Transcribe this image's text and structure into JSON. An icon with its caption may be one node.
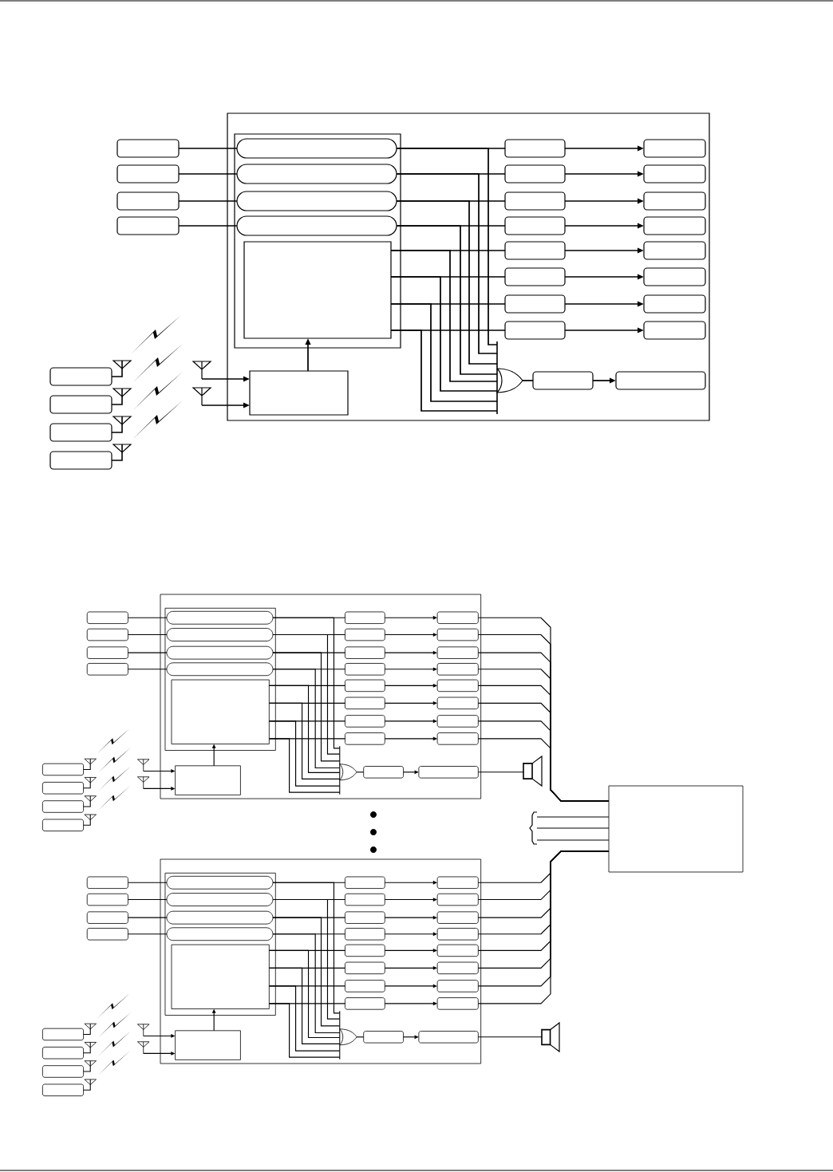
{
  "diagram": {
    "nodes": [
      {
        "text": [],
        "shape": "box"
      },
      {
        "text": [],
        "shape": "box",
        "in": 0
      },
      {
        "text": [],
        "shape": "box",
        "in": 1
      },
      {
        "text": [],
        "shape": "box",
        "in": 1
      },
      {
        "text": [],
        "shape": "box",
        "in": 1
      },
      {
        "text": [],
        "shape": "box",
        "in": 1
      },
      {
        "text": [],
        "shape": "box",
        "in": 1
      },
      {
        "text": [],
        "shape": "box",
        "in": 0
      },
      {
        "text": [],
        "shape": "antenna"
      },
      {
        "text": [],
        "shape": "antenna"
      },
      {
        "text": [],
        "shape": "box",
        "in": 0
      },
      {
        "text": [],
        "shape": "box",
        "in": 0
      },
      {
        "text": [],
        "shape": "box",
        "in": 0
      },
      {
        "text": [],
        "shape": "box",
        "in": 0
      },
      {
        "text": [],
        "shape": "box",
        "in": 0
      },
      {
        "text": [],
        "shape": "box",
        "in": 0
      },
      {
        "text": [],
        "shape": "box",
        "in": 0
      },
      {
        "text": [],
        "shape": "box",
        "in": 0
      },
      {
        "text": [],
        "shape": "box",
        "in": 0
      },
      {
        "text": [],
        "shape": "box",
        "in": 0
      },
      {
        "text": [],
        "shape": "box",
        "in": 0
      },
      {
        "text": [],
        "shape": "box",
        "in": 0
      },
      {
        "text": [],
        "shape": "box",
        "in": 0
      },
      {
        "text": [],
        "shape": "box",
        "in": 0
      },
      {
        "text": [],
        "shape": "box",
        "in": 0
      },
      {
        "text": [],
        "shape": "box",
        "in": 0
      },
      {
        "text": [],
        "shape": "gate",
        "in": 0
      },
      {
        "text": [],
        "shape": "box",
        "in": 0
      },
      {
        "text": [],
        "shape": "box",
        "in": 0
      },
      {
        "text": [],
        "shape": "box"
      },
      {
        "text": [],
        "shape": "box"
      },
      {
        "text": [],
        "shape": "box"
      },
      {
        "text": [],
        "shape": "box"
      },
      {
        "text": [],
        "shape": "box"
      },
      {
        "text": [],
        "shape": "box"
      },
      {
        "text": [],
        "shape": "box"
      },
      {
        "text": [],
        "shape": "box"
      },
      {
        "text": [],
        "shape": "box"
      },
      {
        "text": [],
        "shape": "box",
        "in": 37
      },
      {
        "text": [],
        "shape": "box",
        "in": 38
      },
      {
        "text": [],
        "shape": "box",
        "in": 38
      },
      {
        "text": [],
        "shape": "box",
        "in": 38
      },
      {
        "text": [],
        "shape": "box",
        "in": 38
      },
      {
        "text": [],
        "shape": "box",
        "in": 38
      },
      {
        "text": [],
        "shape": "box",
        "in": 37
      },
      {
        "text": [],
        "shape": "antenna"
      },
      {
        "text": [],
        "shape": "antenna"
      },
      {
        "text": [],
        "shape": "box",
        "in": 37
      },
      {
        "text": [],
        "shape": "box",
        "in": 37
      },
      {
        "text": [],
        "shape": "box",
        "in": 37
      },
      {
        "text": [],
        "shape": "box",
        "in": 37
      },
      {
        "text": [],
        "shape": "box",
        "in": 37
      },
      {
        "text": [],
        "shape": "box",
        "in": 37
      },
      {
        "text": [],
        "shape": "box",
        "in": 37
      },
      {
        "text": [],
        "shape": "box",
        "in": 37
      },
      {
        "text": [],
        "shape": "box",
        "in": 37
      },
      {
        "text": [],
        "shape": "box",
        "in": 37
      },
      {
        "text": [],
        "shape": "box",
        "in": 37
      },
      {
        "text": [],
        "shape": "box",
        "in": 37
      },
      {
        "text": [],
        "shape": "box",
        "in": 37
      },
      {
        "text": [],
        "shape": "box",
        "in": 37
      },
      {
        "text": [],
        "shape": "box",
        "in": 37
      },
      {
        "text": [],
        "shape": "box",
        "in": 37
      },
      {
        "text": [],
        "shape": "gate",
        "in": 37
      },
      {
        "text": [],
        "shape": "box",
        "in": 37
      },
      {
        "text": [],
        "shape": "box",
        "in": 37
      },
      {
        "text": [],
        "shape": "box"
      },
      {
        "text": [],
        "shape": "box"
      },
      {
        "text": [],
        "shape": "box"
      },
      {
        "text": [],
        "shape": "box"
      },
      {
        "text": [],
        "shape": "box"
      },
      {
        "text": [],
        "shape": "box"
      },
      {
        "text": [],
        "shape": "box"
      },
      {
        "text": [],
        "shape": "box"
      },
      {
        "text": [],
        "shape": "box"
      },
      {
        "text": [],
        "shape": "box",
        "in": 74
      },
      {
        "text": [],
        "shape": "box",
        "in": 75
      },
      {
        "text": [],
        "shape": "box",
        "in": 75
      },
      {
        "text": [],
        "shape": "box",
        "in": 75
      },
      {
        "text": [],
        "shape": "box",
        "in": 75
      },
      {
        "text": [],
        "shape": "box",
        "in": 75
      },
      {
        "text": [],
        "shape": "box",
        "in": 74
      },
      {
        "text": [],
        "shape": "antenna"
      },
      {
        "text": [],
        "shape": "antenna"
      },
      {
        "text": [],
        "shape": "box",
        "in": 74
      },
      {
        "text": [],
        "shape": "box",
        "in": 74
      },
      {
        "text": [],
        "shape": "box",
        "in": 74
      },
      {
        "text": [],
        "shape": "box",
        "in": 74
      },
      {
        "text": [],
        "shape": "box",
        "in": 74
      },
      {
        "text": [],
        "shape": "box",
        "in": 74
      },
      {
        "text": [],
        "shape": "box",
        "in": 74
      },
      {
        "text": [],
        "shape": "box",
        "in": 74
      },
      {
        "text": [],
        "shape": "box",
        "in": 74
      },
      {
        "text": [],
        "shape": "box",
        "in": 74
      },
      {
        "text": [],
        "shape": "box",
        "in": 74
      },
      {
        "text": [],
        "shape": "box",
        "in": 74
      },
      {
        "text": [],
        "shape": "box",
        "in": 74
      },
      {
        "text": [],
        "shape": "box",
        "in": 74
      },
      {
        "text": [],
        "shape": "box",
        "in": 74
      },
      {
        "text": [],
        "shape": "box",
        "in": 74
      },
      {
        "text": [],
        "shape": "gate",
        "in": 74
      },
      {
        "text": [],
        "shape": "box",
        "in": 74
      },
      {
        "text": [],
        "shape": "box",
        "in": 74
      },
      {
        "text": [],
        "shape": "box"
      },
      {
        "text": [],
        "shape": "box"
      },
      {
        "text": [],
        "shape": "box"
      },
      {
        "text": [],
        "shape": "box"
      },
      {
        "text": [],
        "shape": "box"
      },
      {
        "text": [],
        "shape": "box"
      },
      {
        "text": [],
        "shape": "box"
      },
      {
        "text": [],
        "shape": "box"
      },
      {
        "text": [],
        "shape": "speaker"
      },
      {
        "text": [],
        "shape": "speaker"
      },
      {
        "text": [],
        "shape": "box"
      }
    ],
    "edges": [
      {
        "from": 29,
        "to": 2,
        "arrow": "none"
      },
      {
        "from": 30,
        "to": 3,
        "arrow": "none"
      },
      {
        "from": 31,
        "to": 4,
        "arrow": "none"
      },
      {
        "from": 32,
        "to": 5,
        "arrow": "none"
      },
      {
        "from": 2,
        "to": 10,
        "arrow": "none"
      },
      {
        "from": 3,
        "to": 11,
        "arrow": "none"
      },
      {
        "from": 4,
        "to": 12,
        "arrow": "none"
      },
      {
        "from": 5,
        "to": 13,
        "arrow": "none"
      },
      {
        "from": 6,
        "to": 14,
        "arrow": "none"
      },
      {
        "from": 6,
        "to": 15,
        "arrow": "none"
      },
      {
        "from": 6,
        "to": 16,
        "arrow": "none"
      },
      {
        "from": 6,
        "to": 17,
        "arrow": "none"
      },
      {
        "from": 2,
        "to": 26,
        "arrow": "none"
      },
      {
        "from": 3,
        "to": 26,
        "arrow": "none"
      },
      {
        "from": 4,
        "to": 26,
        "arrow": "none"
      },
      {
        "from": 5,
        "to": 26,
        "arrow": "none"
      },
      {
        "from": 6,
        "to": 26,
        "arrow": "none"
      },
      {
        "from": 6,
        "to": 26,
        "arrow": "none"
      },
      {
        "from": 6,
        "to": 26,
        "arrow": "none"
      },
      {
        "from": 6,
        "to": 26,
        "arrow": "none"
      },
      {
        "from": 10,
        "to": 18,
        "arrow": "to"
      },
      {
        "from": 11,
        "to": 19,
        "arrow": "to"
      },
      {
        "from": 12,
        "to": 20,
        "arrow": "to"
      },
      {
        "from": 13,
        "to": 21,
        "arrow": "to"
      },
      {
        "from": 14,
        "to": 22,
        "arrow": "to"
      },
      {
        "from": 15,
        "to": 23,
        "arrow": "to"
      },
      {
        "from": 16,
        "to": 24,
        "arrow": "to"
      },
      {
        "from": 17,
        "to": 25,
        "arrow": "to"
      },
      {
        "from": 7,
        "to": 6,
        "arrow": "to"
      },
      {
        "from": 8,
        "to": 7,
        "arrow": "to"
      },
      {
        "from": 9,
        "to": 7,
        "arrow": "to"
      },
      {
        "from": 26,
        "to": 27,
        "arrow": "none"
      },
      {
        "from": 27,
        "to": 28,
        "arrow": "to"
      },
      {
        "from": 66,
        "to": 39,
        "arrow": "none"
      },
      {
        "from": 67,
        "to": 40,
        "arrow": "none"
      },
      {
        "from": 68,
        "to": 41,
        "arrow": "none"
      },
      {
        "from": 69,
        "to": 42,
        "arrow": "none"
      },
      {
        "from": 39,
        "to": 47,
        "arrow": "none"
      },
      {
        "from": 40,
        "to": 48,
        "arrow": "none"
      },
      {
        "from": 41,
        "to": 49,
        "arrow": "none"
      },
      {
        "from": 42,
        "to": 50,
        "arrow": "none"
      },
      {
        "from": 43,
        "to": 51,
        "arrow": "none"
      },
      {
        "from": 43,
        "to": 52,
        "arrow": "none"
      },
      {
        "from": 43,
        "to": 53,
        "arrow": "none"
      },
      {
        "from": 43,
        "to": 54,
        "arrow": "none"
      },
      {
        "from": 39,
        "to": 63,
        "arrow": "none"
      },
      {
        "from": 40,
        "to": 63,
        "arrow": "none"
      },
      {
        "from": 41,
        "to": 63,
        "arrow": "none"
      },
      {
        "from": 42,
        "to": 63,
        "arrow": "none"
      },
      {
        "from": 43,
        "to": 63,
        "arrow": "none"
      },
      {
        "from": 43,
        "to": 63,
        "arrow": "none"
      },
      {
        "from": 43,
        "to": 63,
        "arrow": "none"
      },
      {
        "from": 43,
        "to": 63,
        "arrow": "none"
      },
      {
        "from": 47,
        "to": 55,
        "arrow": "to"
      },
      {
        "from": 48,
        "to": 56,
        "arrow": "to"
      },
      {
        "from": 49,
        "to": 57,
        "arrow": "to"
      },
      {
        "from": 50,
        "to": 58,
        "arrow": "to"
      },
      {
        "from": 51,
        "to": 59,
        "arrow": "to"
      },
      {
        "from": 52,
        "to": 60,
        "arrow": "to"
      },
      {
        "from": 53,
        "to": 61,
        "arrow": "to"
      },
      {
        "from": 54,
        "to": 62,
        "arrow": "to"
      },
      {
        "from": 44,
        "to": 43,
        "arrow": "to"
      },
      {
        "from": 45,
        "to": 44,
        "arrow": "to"
      },
      {
        "from": 46,
        "to": 44,
        "arrow": "to"
      },
      {
        "from": 63,
        "to": 64,
        "arrow": "none"
      },
      {
        "from": 64,
        "to": 65,
        "arrow": "to"
      },
      {
        "from": 103,
        "to": 76,
        "arrow": "none"
      },
      {
        "from": 104,
        "to": 77,
        "arrow": "none"
      },
      {
        "from": 105,
        "to": 78,
        "arrow": "none"
      },
      {
        "from": 106,
        "to": 79,
        "arrow": "none"
      },
      {
        "from": 76,
        "to": 84,
        "arrow": "none"
      },
      {
        "from": 77,
        "to": 85,
        "arrow": "none"
      },
      {
        "from": 78,
        "to": 86,
        "arrow": "none"
      },
      {
        "from": 79,
        "to": 87,
        "arrow": "none"
      },
      {
        "from": 80,
        "to": 88,
        "arrow": "none"
      },
      {
        "from": 80,
        "to": 89,
        "arrow": "none"
      },
      {
        "from": 80,
        "to": 90,
        "arrow": "none"
      },
      {
        "from": 80,
        "to": 91,
        "arrow": "none"
      },
      {
        "from": 76,
        "to": 100,
        "arrow": "none"
      },
      {
        "from": 77,
        "to": 100,
        "arrow": "none"
      },
      {
        "from": 78,
        "to": 100,
        "arrow": "none"
      },
      {
        "from": 79,
        "to": 100,
        "arrow": "none"
      },
      {
        "from": 80,
        "to": 100,
        "arrow": "none"
      },
      {
        "from": 80,
        "to": 100,
        "arrow": "none"
      },
      {
        "from": 80,
        "to": 100,
        "arrow": "none"
      },
      {
        "from": 80,
        "to": 100,
        "arrow": "none"
      },
      {
        "from": 84,
        "to": 92,
        "arrow": "to"
      },
      {
        "from": 85,
        "to": 93,
        "arrow": "to"
      },
      {
        "from": 86,
        "to": 94,
        "arrow": "to"
      },
      {
        "from": 87,
        "to": 95,
        "arrow": "to"
      },
      {
        "from": 88,
        "to": 96,
        "arrow": "to"
      },
      {
        "from": 89,
        "to": 97,
        "arrow": "to"
      },
      {
        "from": 90,
        "to": 98,
        "arrow": "to"
      },
      {
        "from": 91,
        "to": 99,
        "arrow": "to"
      },
      {
        "from": 81,
        "to": 80,
        "arrow": "to"
      },
      {
        "from": 82,
        "to": 81,
        "arrow": "to"
      },
      {
        "from": 83,
        "to": 81,
        "arrow": "to"
      },
      {
        "from": 100,
        "to": 101,
        "arrow": "none"
      },
      {
        "from": 101,
        "to": 102,
        "arrow": "to"
      },
      {
        "from": 55,
        "to": 113,
        "arrow": "none"
      },
      {
        "from": 56,
        "to": 113,
        "arrow": "none"
      },
      {
        "from": 57,
        "to": 113,
        "arrow": "none"
      },
      {
        "from": 58,
        "to": 113,
        "arrow": "none"
      },
      {
        "from": 59,
        "to": 113,
        "arrow": "none"
      },
      {
        "from": 60,
        "to": 113,
        "arrow": "none"
      },
      {
        "from": 61,
        "to": 113,
        "arrow": "none"
      },
      {
        "from": 62,
        "to": 113,
        "arrow": "none"
      },
      {
        "from": 92,
        "to": 113,
        "arrow": "none"
      },
      {
        "from": 93,
        "to": 113,
        "arrow": "none"
      },
      {
        "from": 94,
        "to": 113,
        "arrow": "none"
      },
      {
        "from": 95,
        "to": 113,
        "arrow": "none"
      },
      {
        "from": 96,
        "to": 113,
        "arrow": "none"
      },
      {
        "from": 97,
        "to": 113,
        "arrow": "none"
      },
      {
        "from": 98,
        "to": 113,
        "arrow": "none"
      },
      {
        "from": 99,
        "to": 113,
        "arrow": "none"
      },
      {
        "from": 65,
        "to": 111,
        "arrow": "none"
      },
      {
        "from": 102,
        "to": 112,
        "arrow": "none"
      },
      {
        "from": 113,
        "to": null,
        "arrow": "none"
      },
      {
        "from": 113,
        "to": null,
        "arrow": "none"
      },
      {
        "from": 113,
        "to": null,
        "arrow": "none"
      }
    ]
  }
}
